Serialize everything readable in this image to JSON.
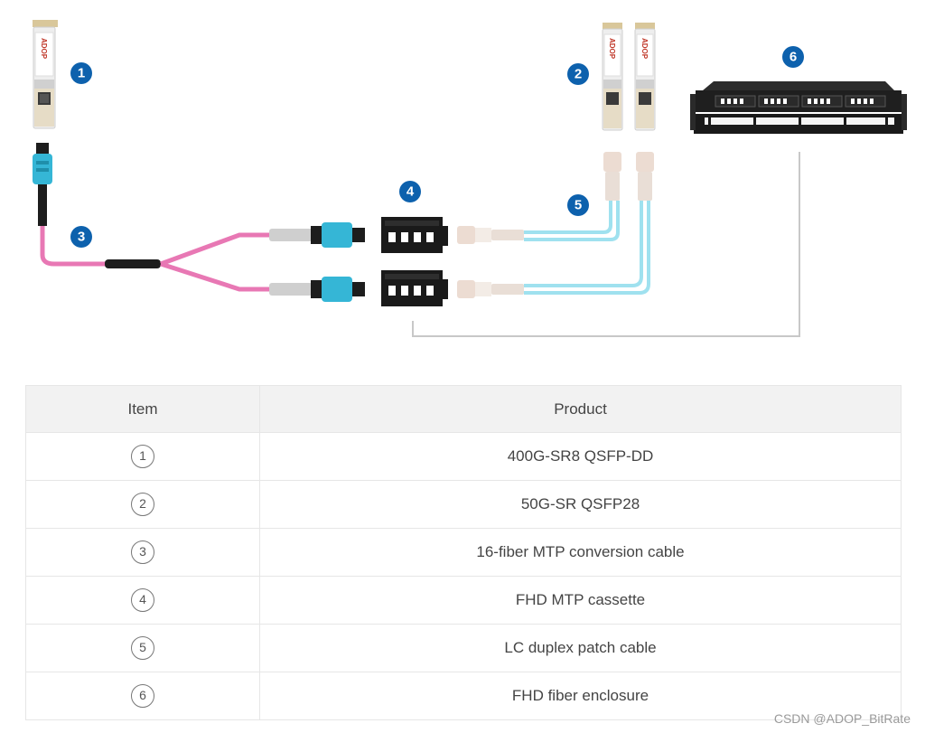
{
  "diagram": {
    "brand": "ADOP",
    "callouts": [
      "1",
      "2",
      "3",
      "4",
      "5",
      "6"
    ],
    "colors": {
      "callout": "#0d61ad",
      "mtp_connector": "#35b6d6",
      "pink_fiber": "#e878b4",
      "lc_fiber": "#9fe1ef",
      "cassette": "#1a1a1a",
      "module_body": "#e6dcc6",
      "leader_line": "#c8c8c8"
    }
  },
  "table": {
    "headers": {
      "item": "Item",
      "product": "Product"
    },
    "rows": [
      {
        "item": "1",
        "product": "400G-SR8 QSFP-DD"
      },
      {
        "item": "2",
        "product": "50G-SR QSFP28"
      },
      {
        "item": "3",
        "product": "16-fiber MTP conversion cable"
      },
      {
        "item": "4",
        "product": "FHD MTP cassette"
      },
      {
        "item": "5",
        "product": "LC duplex patch cable"
      },
      {
        "item": "6",
        "product": "FHD fiber enclosure"
      }
    ]
  },
  "watermark": "CSDN @ADOP_BitRate"
}
